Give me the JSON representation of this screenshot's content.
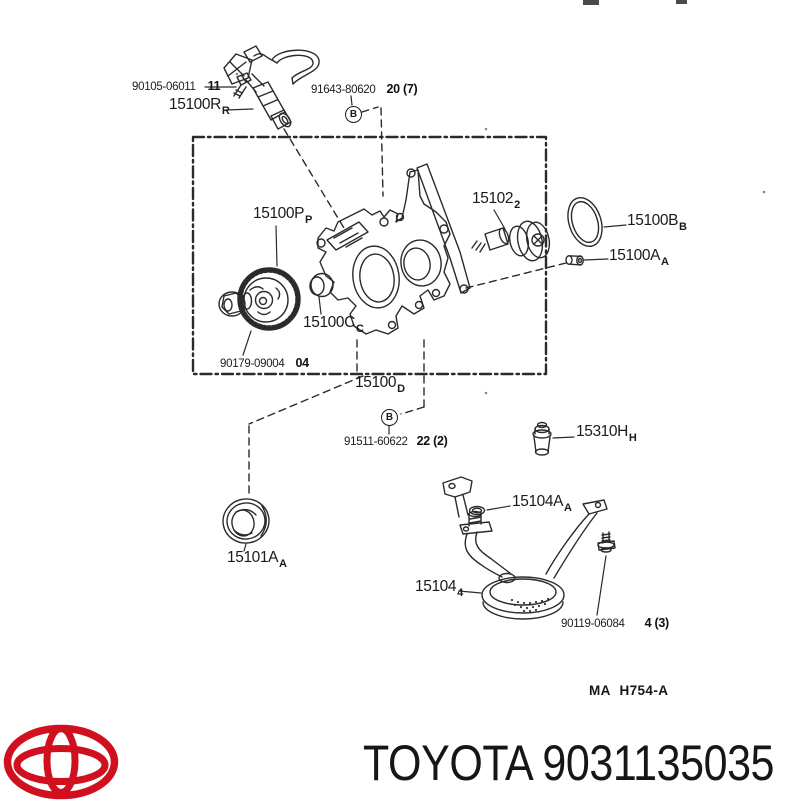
{
  "diagram": {
    "ref_code": "MA H754-A",
    "symbol_letter": "B",
    "labels": [
      {
        "text": "15100R",
        "sub": "R"
      },
      {
        "text": "15100P",
        "sub": "P"
      },
      {
        "text": "15102",
        "sub": "2"
      },
      {
        "text": "15100B",
        "sub": "B"
      },
      {
        "text": "15100A",
        "sub": "A"
      },
      {
        "text": "15100C",
        "sub": "C"
      },
      {
        "text": "15100",
        "sub": "D"
      },
      {
        "text": "15310H",
        "sub": "H"
      },
      {
        "text": "15104A",
        "sub": "A"
      },
      {
        "text": "15104",
        "sub": "4"
      },
      {
        "text": "15101A",
        "sub": "A"
      }
    ],
    "part_numbers": [
      {
        "text": "90105-06011",
        "qty": "11"
      },
      {
        "text": "91643-80620",
        "qty": "20 (7)"
      },
      {
        "text": "90179-09004",
        "qty": "04"
      },
      {
        "text": "91511-60622",
        "qty": "22 (2)"
      },
      {
        "text": "90119-06084",
        "qty": "4 (3)"
      }
    ]
  },
  "footer": {
    "text": "TOYOTA 9031135035",
    "logo_color": "#d0101e"
  }
}
